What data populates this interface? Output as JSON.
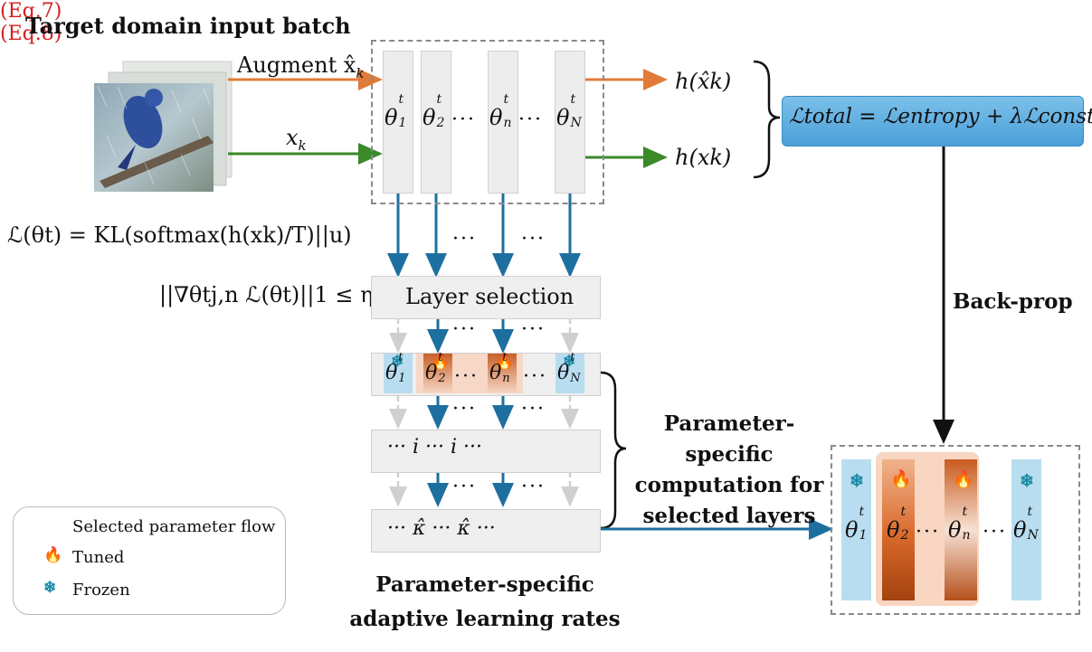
{
  "title": "Target domain input batch",
  "augment_label": "Augment x̂",
  "augment_sub": "k",
  "x_label": "x",
  "x_sub": "k",
  "theta": "θ",
  "t": "t",
  "subs": {
    "first": "1",
    "second": "2",
    "nth": "n",
    "last": "N"
  },
  "h_aug": "h(x̂k)",
  "h_x": "h(xk)",
  "loss_total": "ℒtotal = ℒentropy + λℒconst",
  "loss_eq": "ℒ(θt) = KL(softmax(h(xk)/T)||u)",
  "grad_eq": "||∇θtj,n ℒ(θt)||1 ≤ η",
  "layer_selection": "Layer selection",
  "back_prop": "Back-prop",
  "eq7": "(Eq.7)",
  "eq8": "(Eq.8)",
  "i_row": "··· i ··· i ···",
  "k_row": "··· κ̂ ··· κ̂ ···",
  "param_comp": [
    "Parameter-specific",
    "computation for",
    "selected layers"
  ],
  "param_lr": [
    "Parameter-specific",
    "adaptive learning rates"
  ],
  "legend": {
    "flow": "Selected parameter flow",
    "tuned": "Tuned",
    "frozen": "Frozen",
    "flow_color": "#1d6fa0",
    "tuned_icon": "flame-icon",
    "frozen_icon": "snowflake-icon"
  },
  "colors": {
    "orange_arrow": "#e07b39",
    "green_arrow": "#3a8a2a",
    "blue_arrow": "#1d6fa0",
    "loss_box": "#5aa9dc"
  }
}
